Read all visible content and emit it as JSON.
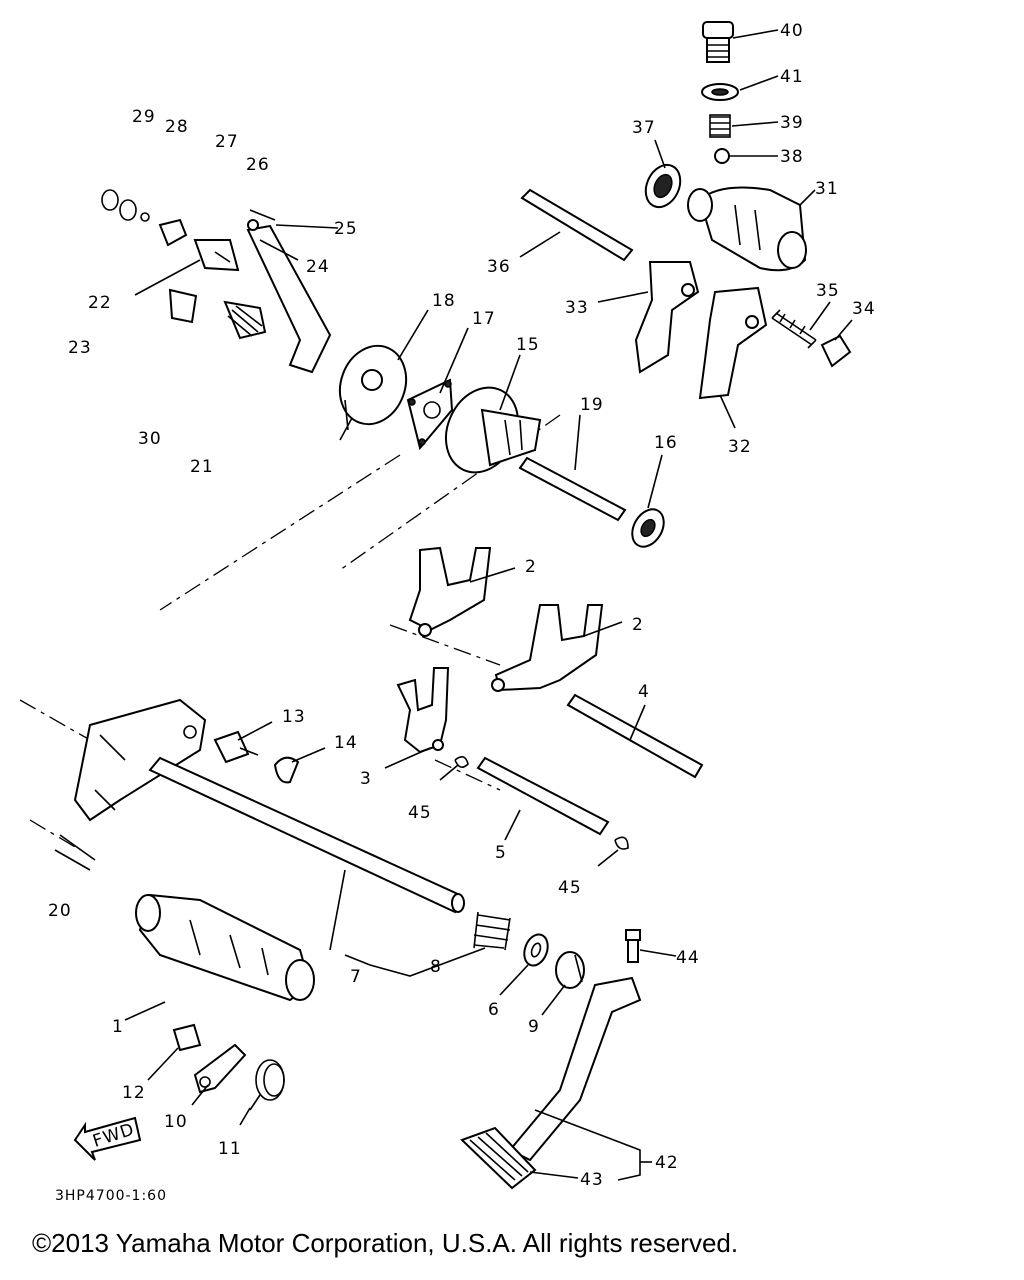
{
  "labels": {
    "l1": "1",
    "l2a": "2",
    "l2b": "2",
    "l3": "3",
    "l4": "4",
    "l5": "5",
    "l6": "6",
    "l7": "7",
    "l8": "8",
    "l9": "9",
    "l10": "10",
    "l11": "11",
    "l12": "12",
    "l13": "13",
    "l14": "14",
    "l15": "15",
    "l16": "16",
    "l17": "17",
    "l18": "18",
    "l19": "19",
    "l20": "20",
    "l21": "21",
    "l22": "22",
    "l23": "23",
    "l24": "24",
    "l25": "25",
    "l26": "26",
    "l27": "27",
    "l28": "28",
    "l29": "29",
    "l30": "30",
    "l31": "31",
    "l32": "32",
    "l33": "33",
    "l34": "34",
    "l35": "35",
    "l36": "36",
    "l37": "37",
    "l38": "38",
    "l39": "39",
    "l40": "40",
    "l41": "41",
    "l42": "42",
    "l43": "43",
    "l44": "44",
    "l45a": "45",
    "l45b": "45"
  },
  "fwd_arrow": "FWD",
  "diagram_code": "3HP4700-1:60",
  "copyright": "©2013 Yamaha Motor Corporation, U.S.A. All rights reserved."
}
